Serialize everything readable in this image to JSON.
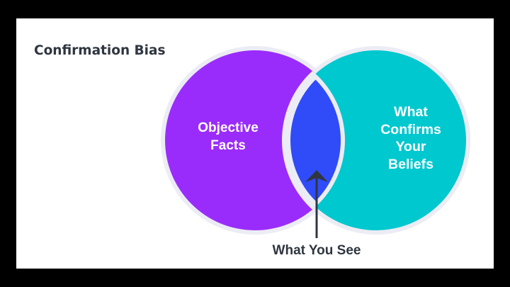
{
  "title": "Confirmation Bias",
  "diagram": {
    "type": "venn",
    "sets": [
      {
        "id": "objective-facts",
        "label_lines": [
          "Objective",
          "Facts"
        ],
        "color": "#9a2cfb"
      },
      {
        "id": "confirms-beliefs",
        "label_lines": [
          "What",
          "Confirms",
          "Your",
          "Beliefs"
        ],
        "color": "#00c8cf"
      }
    ],
    "intersection": {
      "label": "What You See",
      "color": "#2f4cf8"
    },
    "border_color": "#ececf4",
    "arrow_color": "#2f3640",
    "text_color": "#ffffff",
    "caption_color": "#2f3640"
  }
}
